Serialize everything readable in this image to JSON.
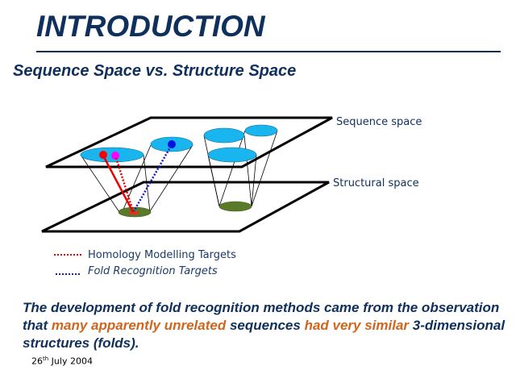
{
  "title": "INTRODUCTION",
  "subtitle": "Sequence Space vs. Structure Space",
  "diagram": {
    "sequence_label": "Sequence space",
    "structural_label": "Structural space",
    "legend": [
      {
        "label": "Homology Modelling Targets",
        "color": "#e02020"
      },
      {
        "label": "Fold Recognition Targets",
        "color": "#1a1acc"
      }
    ]
  },
  "body": {
    "p1": "The development of fold recognition methods came from the observation that ",
    "h1": "many apparently unrelated",
    "p2": " sequences ",
    "h2": "had very similar",
    "p3": " 3-dimensional structures (folds)."
  },
  "footer": {
    "day": "26",
    "suffix": "th",
    "rest": " July 2004"
  }
}
